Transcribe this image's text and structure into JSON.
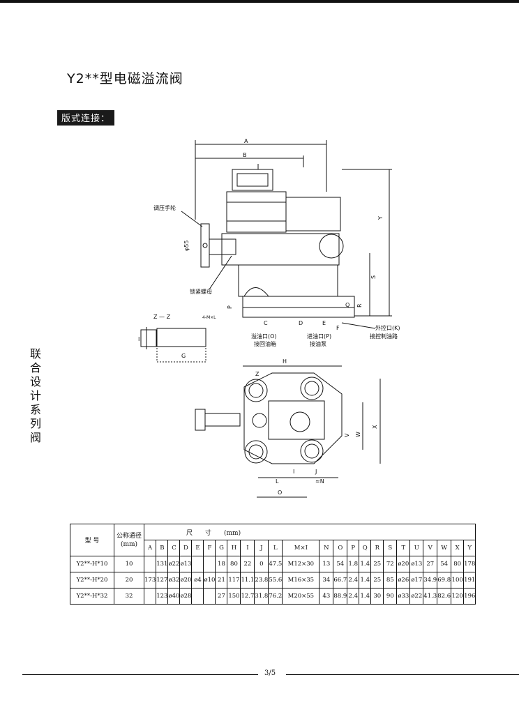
{
  "title": "Y2**型电磁溢流阀",
  "section_tag": "版式连接：",
  "side_label": [
    "联",
    "合",
    "设",
    "计",
    "系",
    "列",
    "阀"
  ],
  "drawing_labels": {
    "dim_A": "A",
    "dim_B": "B",
    "dim_Y": "Y",
    "dim_S": "S",
    "dim_R": "R",
    "dim_Q": "Q",
    "dim_P": "P",
    "dim_C": "C",
    "dim_D": "D",
    "dim_E": "E",
    "dim_F": "F",
    "dia55": "φ55",
    "handwheel": "调压手轮",
    "locknut": "锁紧螺母",
    "zz": "Z — Z",
    "bolt": "4-M×L",
    "dim_I_side": "I",
    "dim_G": "G",
    "overflow_port": "溢油口(O)",
    "overflow_sub": "接回油箱",
    "inlet_port": "进油口(P)",
    "inlet_sub": "接油泵",
    "pilot_port": "外控口(K)",
    "pilot_sub": "接控制油路",
    "dim_H": "H",
    "dim_V": "V",
    "dim_W": "W",
    "dim_X": "X",
    "dim_I": "I",
    "dim_J": "J",
    "dim_L": "L",
    "dim_N": "≈N",
    "dim_O": "O",
    "dim_Z": "Z"
  },
  "table": {
    "h_model": "型 号",
    "h_nominal": "公称通径",
    "h_unit": "(mm)",
    "h_dims": "尺　　寸　　(mm)",
    "columns": [
      "A",
      "B",
      "C",
      "D",
      "E",
      "F",
      "G",
      "H",
      "I",
      "J",
      "L",
      "M×I",
      "N",
      "O",
      "P",
      "Q",
      "R",
      "S",
      "T",
      "U",
      "V",
      "W",
      "X",
      "Y"
    ],
    "rows": [
      {
        "model": "Y2**-H*10",
        "nominal": "10",
        "cells": [
          "",
          "131",
          "ø22",
          "ø13",
          "",
          "",
          "18",
          "80",
          "22",
          "0",
          "47.5",
          "M12×30",
          "13",
          "54",
          "1.8",
          "1.4",
          "25",
          "72",
          "ø20",
          "ø13",
          "27",
          "54",
          "80",
          "178"
        ]
      },
      {
        "model": "Y2**-H*20",
        "nominal": "20",
        "cells": [
          "173",
          "127",
          "ø32",
          "ø20",
          "ø4",
          "ø10",
          "21",
          "117",
          "11.1",
          "23.8",
          "55.6",
          "M16×35",
          "34",
          "66.7",
          "2.4",
          "1.4",
          "25",
          "85",
          "ø26",
          "ø17",
          "34.9",
          "69.8",
          "100",
          "191"
        ]
      },
      {
        "model": "Y2**-H*32",
        "nominal": "32",
        "cells": [
          "",
          "123",
          "ø40",
          "ø28",
          "",
          "",
          "27",
          "150",
          "12.7",
          "31.8",
          "76.2",
          "M20×55",
          "43",
          "88.9",
          "2.4",
          "1.4",
          "30",
          "90",
          "ø33",
          "ø22",
          "41.3",
          "82.6",
          "120",
          "196"
        ]
      }
    ]
  },
  "page_number": "3/5"
}
